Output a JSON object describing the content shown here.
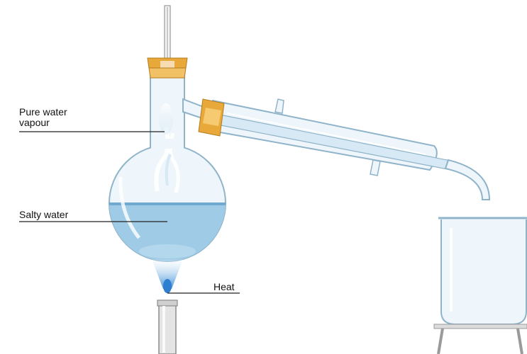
{
  "labels": {
    "pure_water_vapour_line1": "Pure water",
    "pure_water_vapour_line2": "vapour",
    "salty_water": "Salty water",
    "heat": "Heat"
  },
  "colors": {
    "glass_outline": "#8fb3c9",
    "glass_fill": "#e6f2f8",
    "water": "#9fcbe6",
    "water_surface": "#6fa9d0",
    "stopper": "#e8a93a",
    "thermometer_bulb": "#d0161c",
    "flame": "#3f8fd3",
    "pointer_line": "#222222",
    "tube": "#d9d9d9"
  }
}
